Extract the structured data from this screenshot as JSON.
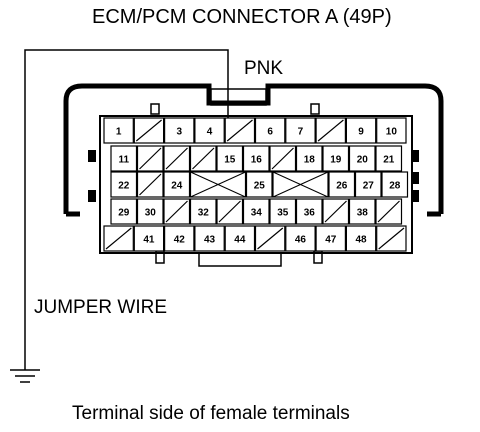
{
  "title": "ECM/PCM CONNECTOR A (49P)",
  "wire_color": "PNK",
  "jumper_label": "JUMPER WIRE",
  "caption": "Terminal side of female terminals",
  "connector": {
    "rows": [
      [
        {
          "t": "1"
        },
        {
          "t": "",
          "blank": true
        },
        {
          "t": "3"
        },
        {
          "t": "4"
        },
        {
          "t": "",
          "blank": true
        },
        {
          "t": "6"
        },
        {
          "t": "7"
        },
        {
          "t": "",
          "blank": true
        },
        {
          "t": "9"
        },
        {
          "t": "10"
        }
      ],
      [
        {
          "t": "11"
        },
        {
          "t": "",
          "blank": true
        },
        {
          "t": "",
          "blank": true
        },
        {
          "t": "",
          "blank": true
        },
        {
          "t": "15"
        },
        {
          "t": "16"
        },
        {
          "t": "",
          "blank": true
        },
        {
          "t": "18"
        },
        {
          "t": "19"
        },
        {
          "t": "20"
        },
        {
          "t": "21"
        }
      ],
      [
        {
          "t": "22"
        },
        {
          "t": "",
          "blank": true
        },
        {
          "t": "24"
        },
        {
          "t": "",
          "cross": true
        },
        {
          "t": "25"
        },
        {
          "t": "",
          "cross": true
        },
        {
          "t": "26"
        },
        {
          "t": "27"
        },
        {
          "t": "28"
        }
      ],
      [
        {
          "t": "29"
        },
        {
          "t": "30"
        },
        {
          "t": "",
          "blank": true
        },
        {
          "t": "32"
        },
        {
          "t": "",
          "blank": true
        },
        {
          "t": "34"
        },
        {
          "t": "35"
        },
        {
          "t": "36"
        },
        {
          "t": "",
          "blank": true
        },
        {
          "t": "38"
        },
        {
          "t": "",
          "blank": true
        }
      ],
      [
        {
          "t": "",
          "blank": true
        },
        {
          "t": "41"
        },
        {
          "t": "42"
        },
        {
          "t": "43"
        },
        {
          "t": "44"
        },
        {
          "t": "",
          "blank": true
        },
        {
          "t": "46"
        },
        {
          "t": "47"
        },
        {
          "t": "48"
        },
        {
          "t": "",
          "blank": true
        }
      ]
    ],
    "highlight_terminal": "4"
  }
}
